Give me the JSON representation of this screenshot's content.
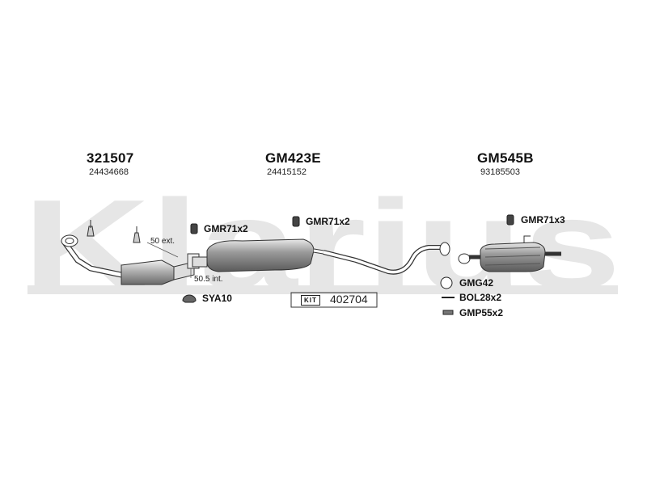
{
  "watermark": "Klarius",
  "parts": [
    {
      "number": "321507",
      "oem": "24434668"
    },
    {
      "number": "GM423E",
      "oem": "24415152"
    },
    {
      "number": "GM545B",
      "oem": "93185503"
    }
  ],
  "fittings": {
    "mount1": "GMR71x2",
    "mount2": "GMR71x2",
    "mount3": "GMR71x3",
    "clamp": "SYA10",
    "gasket": "GMG42",
    "bolt": "BOL28x2",
    "pin": "GMP55x2"
  },
  "pipe_notes": {
    "ext": "50 ext.",
    "int": "50.5 int."
  },
  "kit": {
    "badge": "KIT",
    "number": "402704"
  },
  "colors": {
    "watermark": "#e6e6e6",
    "line": "#333333",
    "muffler": "#8a8a8a"
  }
}
